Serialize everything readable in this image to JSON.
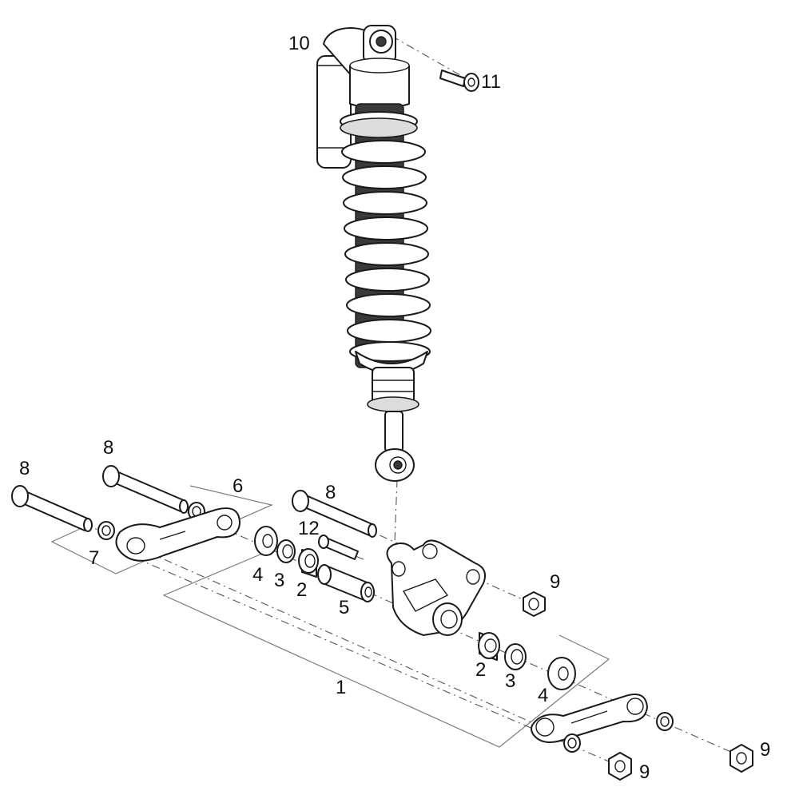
{
  "callouts": {
    "c1": "1",
    "c2a": "2",
    "c2b": "2",
    "c3a": "3",
    "c3b": "3",
    "c4a": "4",
    "c4b": "4",
    "c5": "5",
    "c6": "6",
    "c7": "7",
    "c8a": "8",
    "c8b": "8",
    "c8c": "8",
    "c9a": "9",
    "c9b": "9",
    "c9c": "9",
    "c10": "10",
    "c11": "11",
    "c12": "12"
  },
  "colors": {
    "line": "#1a1a1a",
    "background": "#ffffff"
  }
}
